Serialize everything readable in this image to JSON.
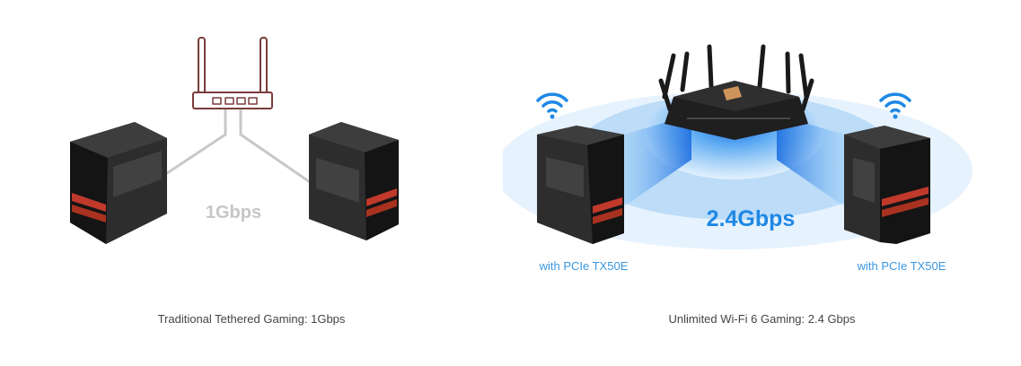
{
  "left": {
    "speed": "1Gbps",
    "caption": "Traditional Tethered Gaming: 1Gbps"
  },
  "right": {
    "speed": "2.4Gbps",
    "card_label_left": "with PCIe TX50E",
    "card_label_right": "with PCIe TX50E",
    "caption": "Unlimited Wi-Fi 6 Gaming: 2.4 Gbps"
  },
  "colors": {
    "accent_blue": "#1e88e5",
    "label_blue": "#3b97e0",
    "cable_gray": "#c8c8c8",
    "router_outline": "#7a3b3b",
    "pc_body": "#2b2b2b",
    "pc_accent": "#c0392b"
  },
  "icons": [
    "router-outline-icon",
    "gaming-pc-icon",
    "wifi-icon",
    "wifi6-router-icon"
  ]
}
